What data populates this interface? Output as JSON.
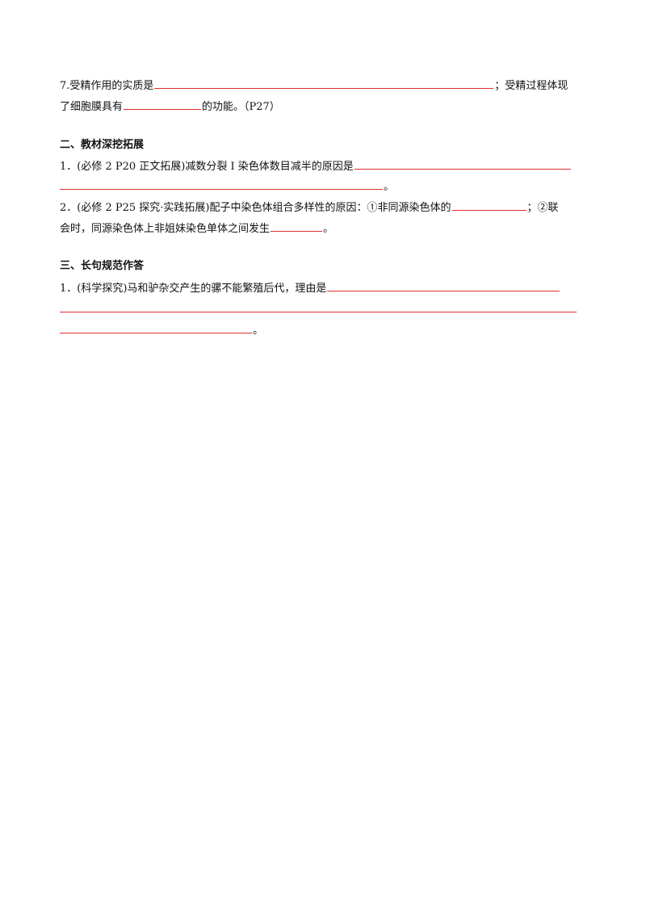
{
  "q7": {
    "part1": "7.受精作用的实质是",
    "part2": "；受精过程体现",
    "part3": "了细胞膜具有",
    "part4": "的功能。（P27）"
  },
  "section2": {
    "title": "二、教材深挖拓展",
    "q1": {
      "text": "1．(必修 2  P20 正文拓展)减数分裂 I 染色体数目减半的原因是",
      "end": "。"
    },
    "q2": {
      "part1": "2．(必修 2  P25 探究·实践拓展)配子中染色体组合多样性的原因：①非同源染色体的",
      "part2": "；②联",
      "part3": "会时，同源染色体上非姐妹染色单体之间发生",
      "end": "。"
    }
  },
  "section3": {
    "title": "三、长句规范作答",
    "q1": {
      "text": "1．(科学探究)马和驴杂交产生的骡不能繁殖后代，理由是",
      "end": "。"
    }
  }
}
